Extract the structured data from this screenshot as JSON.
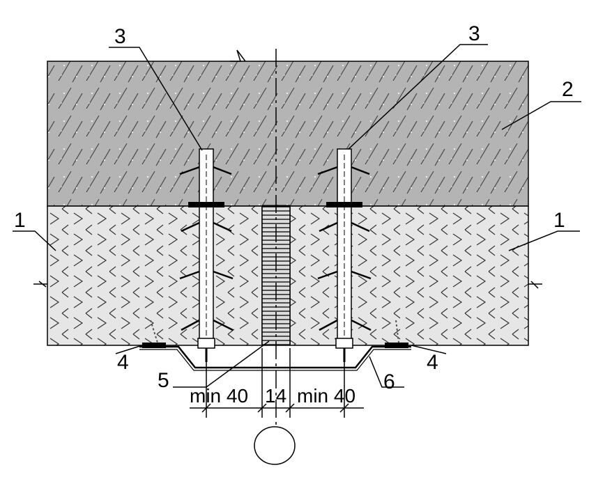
{
  "callouts": {
    "insulation_left": "1",
    "insulation_right": "1",
    "concrete": "2",
    "anchor_left": "3",
    "anchor_right": "3",
    "washer_left": "4",
    "washer_right": "4",
    "joint_filler": "5",
    "cover_profile": "6"
  },
  "dimensions": {
    "left": "min 40",
    "center": "14",
    "right": "min 40"
  },
  "colors": {
    "concrete_fill": "#b4b4b4",
    "insulation_fill": "#e6e6e6",
    "line": "#000000"
  }
}
